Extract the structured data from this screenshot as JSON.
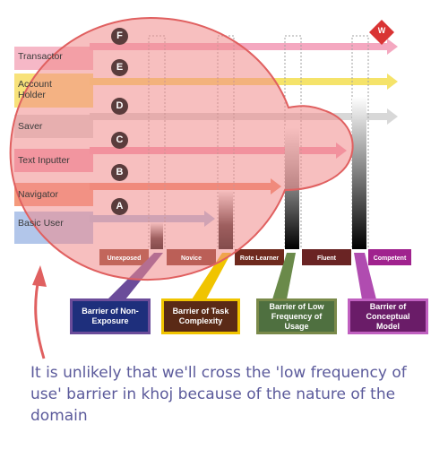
{
  "rows": [
    {
      "label": "Transactor",
      "letter": "F",
      "color": "#f4a8c0"
    },
    {
      "label": "Account\nHolder",
      "letter": "E",
      "color": "#f7e16a"
    },
    {
      "label": "Saver",
      "letter": "D",
      "color": "#d6d6d6"
    },
    {
      "label": "Text Inputter",
      "letter": "C",
      "color": "#f39ab3"
    },
    {
      "label": "Navigator",
      "letter": "B",
      "color": "#f28a6d"
    },
    {
      "label": "Basic User",
      "letter": "A",
      "color": "#a9c0e6"
    }
  ],
  "stages": [
    "Unexposed",
    "Novice",
    "Rote Learner",
    "Fluent",
    "Competent"
  ],
  "barriers": [
    {
      "label": "Barrier of Non-\nExposure",
      "fill": "#1e2f7c",
      "border": "#6b4c9a"
    },
    {
      "label": "Barrier of Task\nComplexity",
      "fill": "#5a2a16",
      "border": "#f0c400"
    },
    {
      "label": "Barrier of Low\nFrequency of\nUsage",
      "fill": "#4f7040",
      "border": "#7a8a4a"
    },
    {
      "label": "Barrier of\nConceptual\nModel",
      "fill": "#6a1c68",
      "border": "#c060c0"
    }
  ],
  "logo_letter": "W",
  "caption": "It is unlikely that we'll cross the 'low frequency of use' barrier in khoj because of the nature of the domain",
  "colors": {
    "highlight_fill": "#f08a8a",
    "highlight_stroke": "#e06060",
    "caption": "#5b5a9b",
    "logo": "#d93434"
  }
}
